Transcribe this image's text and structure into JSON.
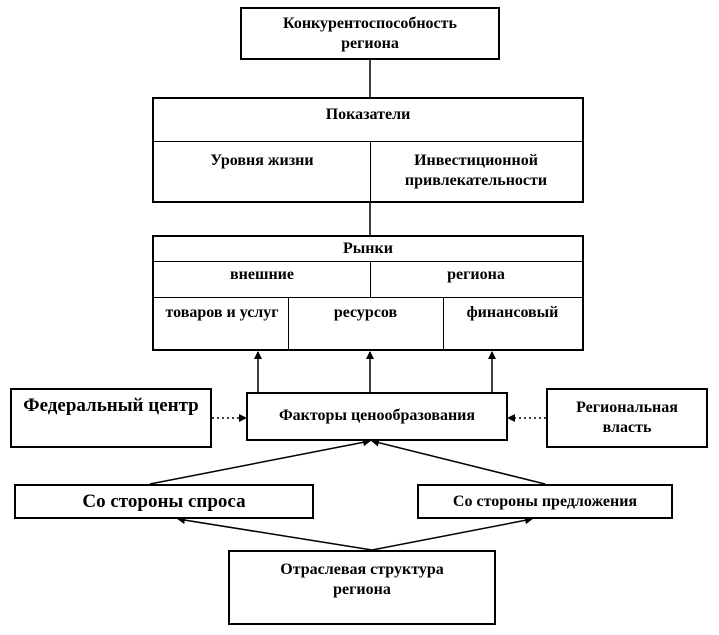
{
  "competitiveness": "Конкурентоспособность региона",
  "indicators": {
    "title": "Показатели",
    "living": "Уровня жизни",
    "investment": "Инвестиционной привлекательности"
  },
  "markets": {
    "title": "Рынки",
    "external": "внешние",
    "regional": "региона",
    "goods": "товаров и услуг",
    "resources": "ресурсов",
    "financial": "финансовый"
  },
  "federal": "Федеральный центр",
  "pricing": "Факторы ценообразования",
  "regional_power": "Региональная власть",
  "demand": "Со стороны спроса",
  "supply": "Со стороны предложения",
  "structure": "Отраслевая структура региона"
}
